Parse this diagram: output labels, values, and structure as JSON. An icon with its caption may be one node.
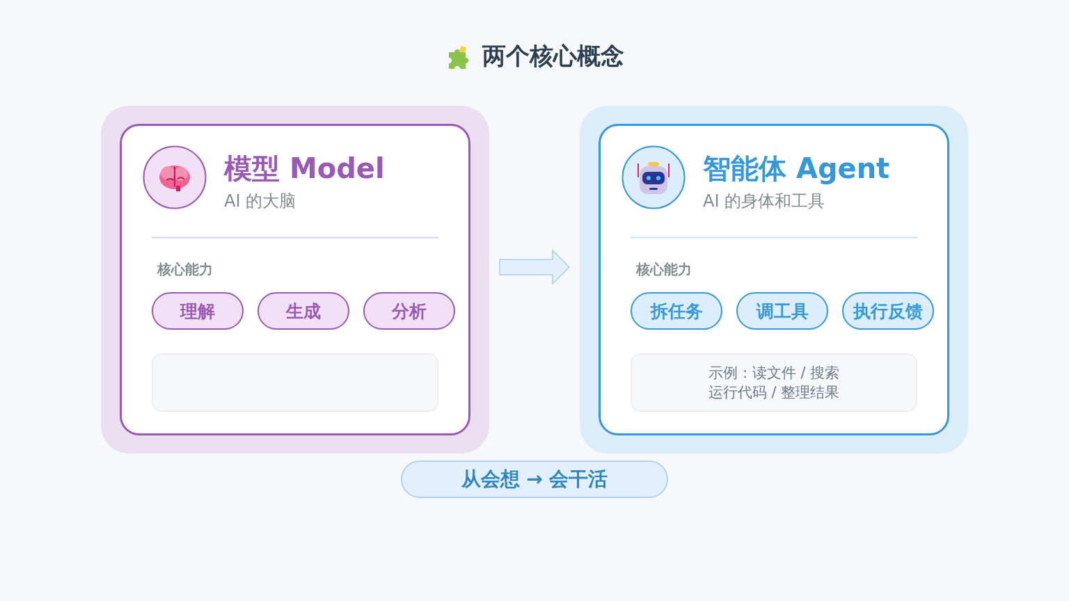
{
  "diagram": {
    "title": "两个核心概念",
    "nodes": [
      {
        "text": [
          "模型 Model",
          "AI 的大脑",
          "核心能力"
        ]
      },
      {
        "text": [
          "理解"
        ],
        "in": 0
      },
      {
        "text": [
          "生成"
        ],
        "in": 0
      },
      {
        "text": [
          "分析"
        ],
        "in": 0
      },
      {
        "text": [],
        "shape": "box",
        "in": 0
      },
      {
        "text": [
          "智能体 Agent",
          "AI 的身体和工具",
          "核心能力"
        ]
      },
      {
        "text": [
          "拆任务"
        ],
        "in": 5
      },
      {
        "text": [
          "调工具"
        ],
        "in": 5
      },
      {
        "text": [
          "执行反馈"
        ],
        "in": 5
      },
      {
        "text": [
          "示例：读文件 / 搜索运行代码 / 整理结果"
        ],
        "in": 5
      },
      {
        "text": [
          "从会想 → 会干活"
        ]
      }
    ],
    "edges": [
      {
        "from": 0,
        "to": 5,
        "arrow": "to"
      }
    ]
  }
}
